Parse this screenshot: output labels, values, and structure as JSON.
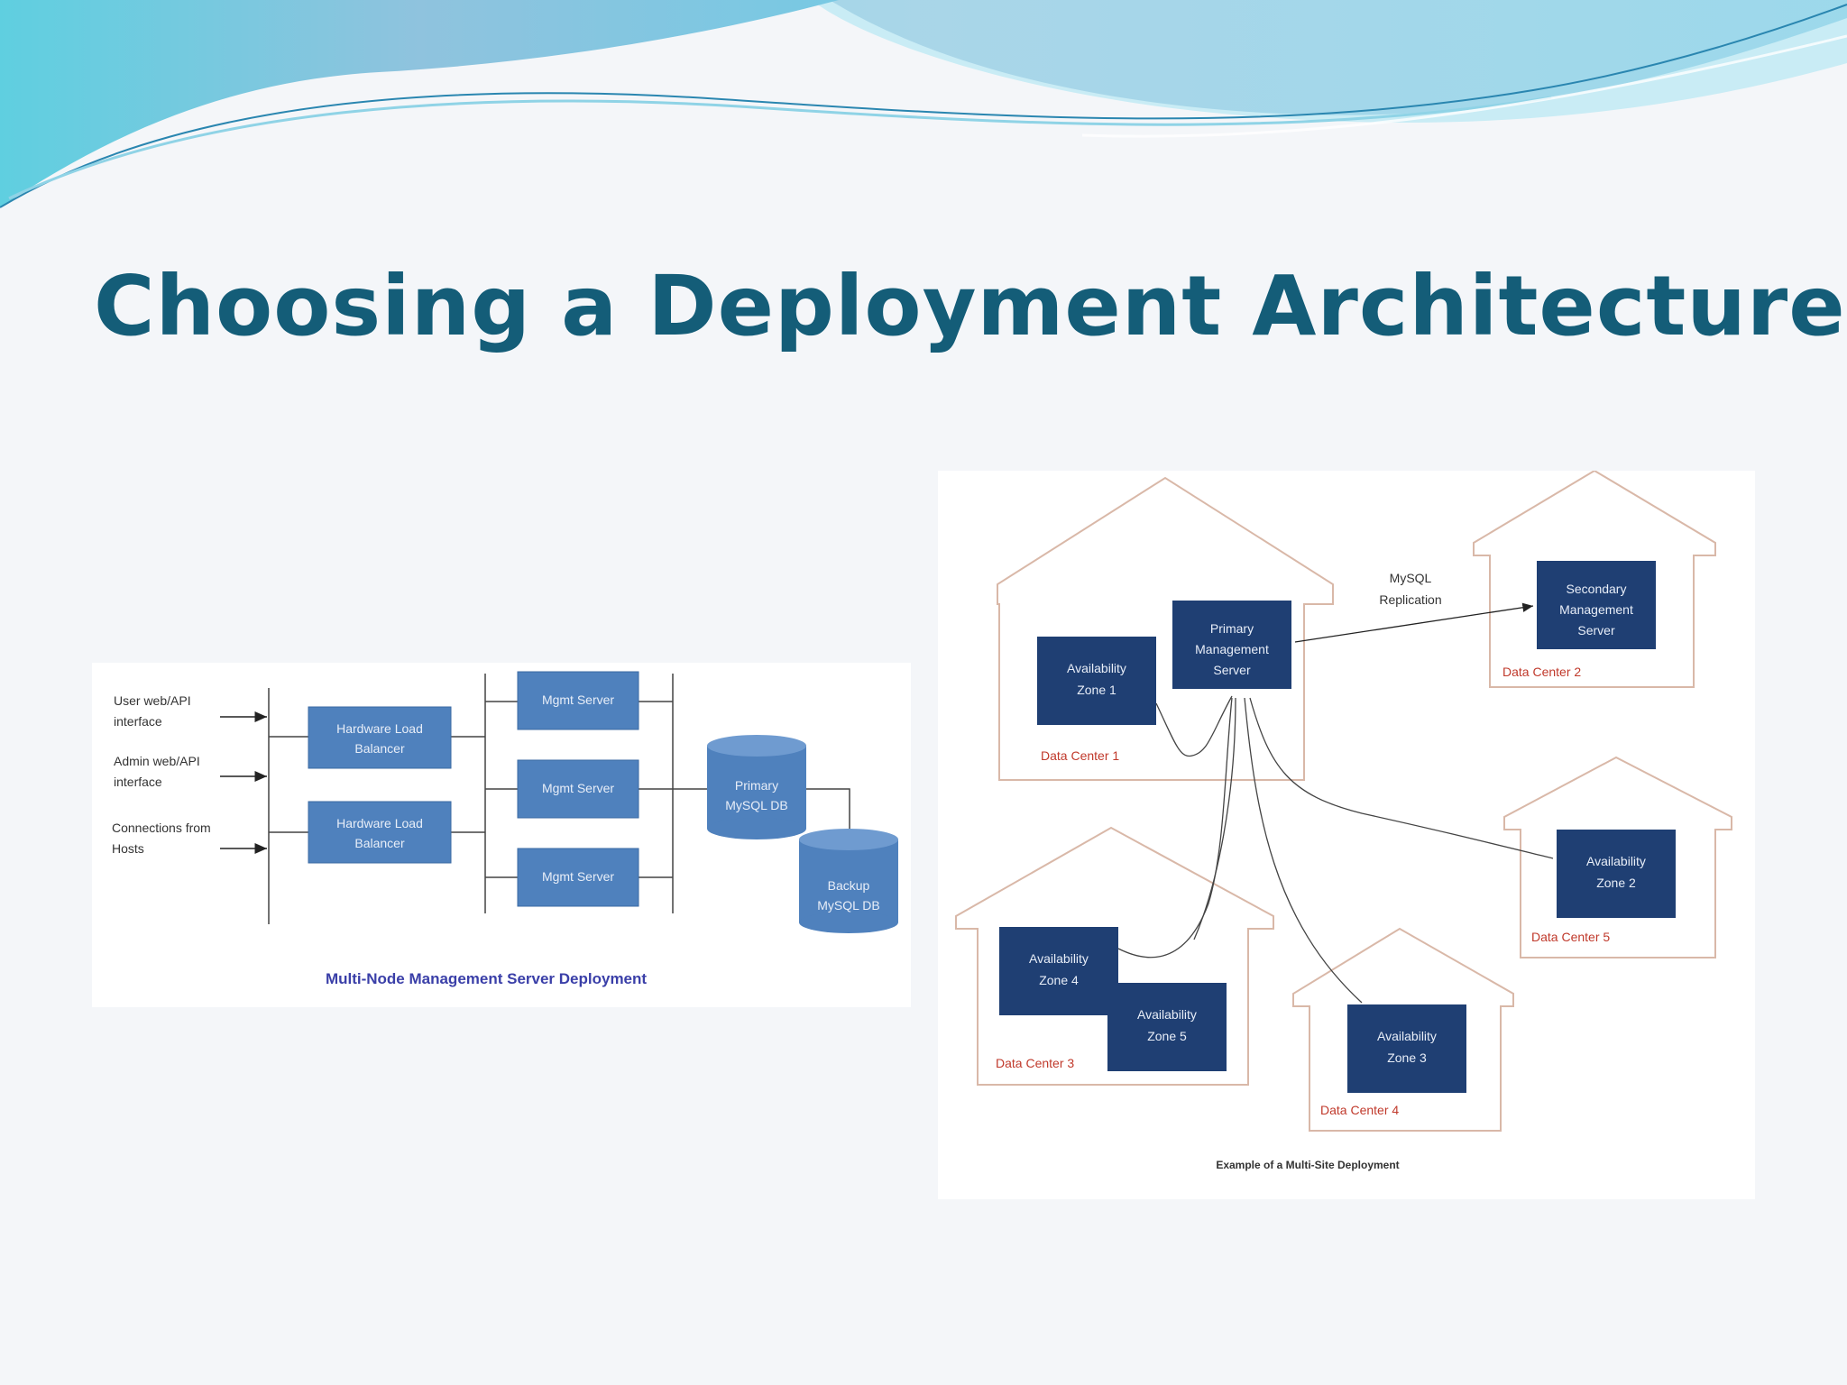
{
  "title": "Choosing a Deployment Architecture",
  "left_diagram": {
    "inputs": [
      [
        "User web/API",
        "interface"
      ],
      [
        "Admin web/API",
        "interface"
      ],
      [
        "Connections from",
        "Hosts"
      ]
    ],
    "load_balancers": [
      [
        "Hardware Load",
        "Balancer"
      ],
      [
        "Hardware Load",
        "Balancer"
      ]
    ],
    "mgmt_servers": [
      "Mgmt Server",
      "Mgmt Server",
      "Mgmt Server"
    ],
    "primary_db": [
      "Primary",
      "MySQL DB"
    ],
    "backup_db": [
      "Backup",
      "MySQL DB"
    ],
    "caption": "Multi-Node Management Server Deployment"
  },
  "right_diagram": {
    "primary_server": [
      "Primary",
      "Management",
      "Server"
    ],
    "secondary_server": [
      "Secondary",
      "Management",
      "Server"
    ],
    "replication_label": [
      "MySQL",
      "Replication"
    ],
    "zones": {
      "zone1": [
        "Availability",
        "Zone 1"
      ],
      "zone2": [
        "Availability",
        "Zone 2"
      ],
      "zone3": [
        "Availability",
        "Zone 3"
      ],
      "zone4": [
        "Availability",
        "Zone 4"
      ],
      "zone5": [
        "Availability",
        "Zone 5"
      ]
    },
    "data_centers": {
      "dc1": "Data Center 1",
      "dc2": "Data Center 2",
      "dc3": "Data Center 3",
      "dc4": "Data Center 4",
      "dc5": "Data Center 5"
    },
    "caption": "Example of a Multi-Site Deployment"
  },
  "colors": {
    "title": "#145d78",
    "left_box": "#4f81bd",
    "right_box": "#1f3f73",
    "house_outline": "#d9b8a8",
    "dc_label": "#c0392b"
  }
}
